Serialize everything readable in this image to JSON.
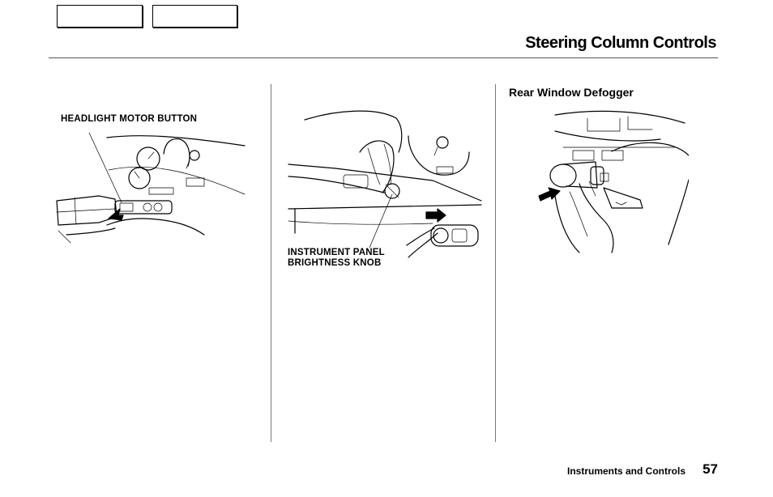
{
  "header": {
    "title": "Steering Column Controls"
  },
  "columns": {
    "left": {
      "callout": "HEADLIGHT MOTOR BUTTON"
    },
    "middle": {
      "callout_line1": "INSTRUMENT PANEL",
      "callout_line2": "BRIGHTNESS KNOB"
    },
    "right": {
      "heading": "Rear Window Defogger"
    }
  },
  "footer": {
    "section": "Instruments and Controls",
    "page": "57"
  }
}
